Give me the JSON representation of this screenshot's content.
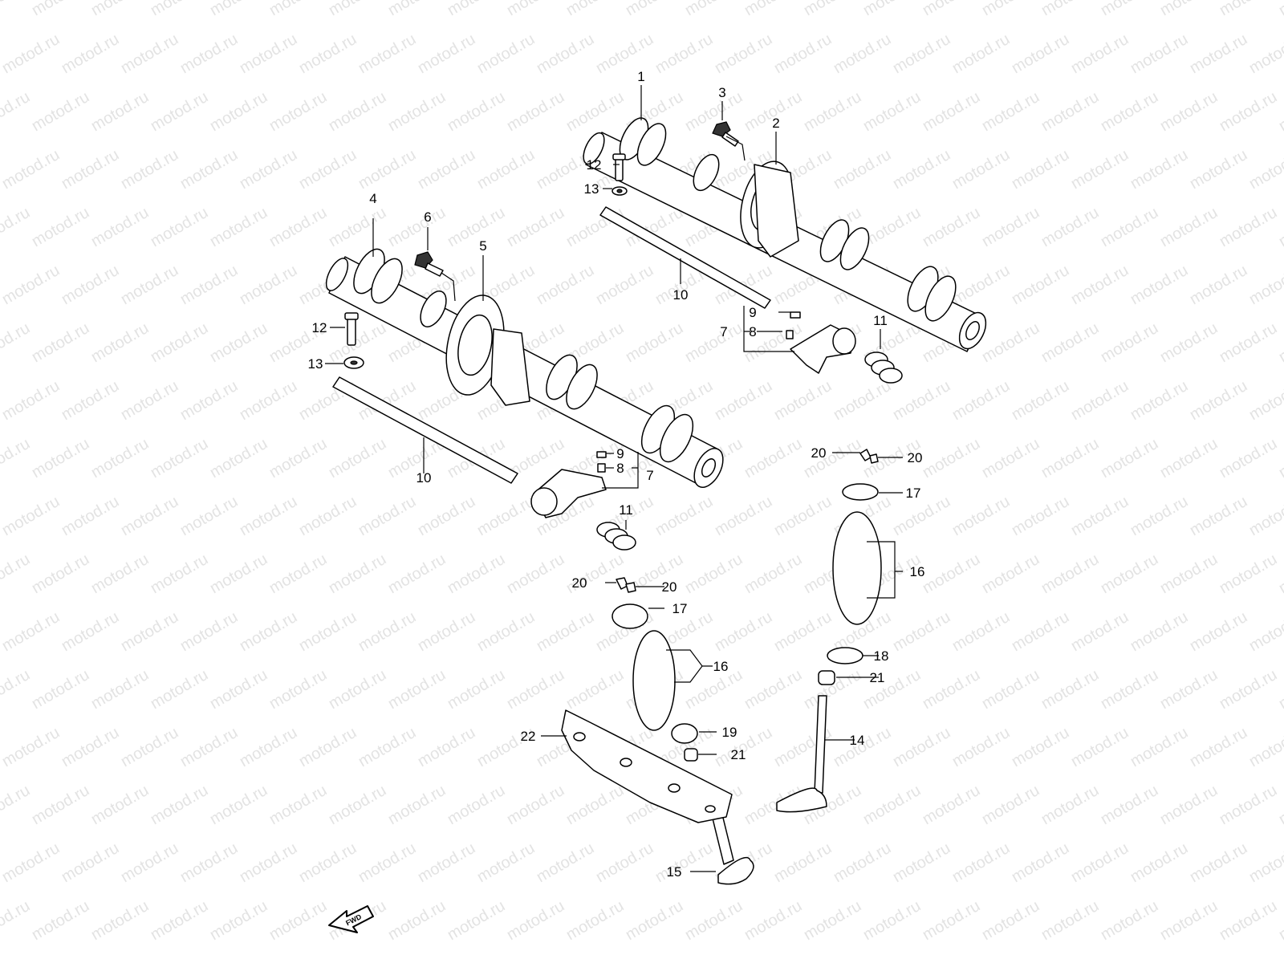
{
  "watermark": "motod.ru",
  "fwd_label": "FWD",
  "callouts": [
    {
      "id": "c1",
      "text": "1"
    },
    {
      "id": "c2",
      "text": "2"
    },
    {
      "id": "c3",
      "text": "3"
    },
    {
      "id": "c4",
      "text": "4"
    },
    {
      "id": "c5",
      "text": "5"
    },
    {
      "id": "c6",
      "text": "6"
    },
    {
      "id": "c7a",
      "text": "7"
    },
    {
      "id": "c8a",
      "text": "8"
    },
    {
      "id": "c9a",
      "text": "9"
    },
    {
      "id": "c10a",
      "text": "10"
    },
    {
      "id": "c11a",
      "text": "11"
    },
    {
      "id": "c12a",
      "text": "12"
    },
    {
      "id": "c13a",
      "text": "13"
    },
    {
      "id": "c7b",
      "text": "7"
    },
    {
      "id": "c8b",
      "text": "8"
    },
    {
      "id": "c9b",
      "text": "9"
    },
    {
      "id": "c10b",
      "text": "10"
    },
    {
      "id": "c11b",
      "text": "11"
    },
    {
      "id": "c12b",
      "text": "12"
    },
    {
      "id": "c13b",
      "text": "13"
    },
    {
      "id": "c14",
      "text": "14"
    },
    {
      "id": "c15",
      "text": "15"
    },
    {
      "id": "c16a",
      "text": "16"
    },
    {
      "id": "c16b",
      "text": "16"
    },
    {
      "id": "c17a",
      "text": "17"
    },
    {
      "id": "c17b",
      "text": "17"
    },
    {
      "id": "c18",
      "text": "18"
    },
    {
      "id": "c19",
      "text": "19"
    },
    {
      "id": "c20a",
      "text": "20"
    },
    {
      "id": "c20b",
      "text": "20"
    },
    {
      "id": "c20c",
      "text": "20"
    },
    {
      "id": "c20d",
      "text": "20"
    },
    {
      "id": "c21a",
      "text": "21"
    },
    {
      "id": "c21b",
      "text": "21"
    },
    {
      "id": "c22",
      "text": "22"
    }
  ]
}
